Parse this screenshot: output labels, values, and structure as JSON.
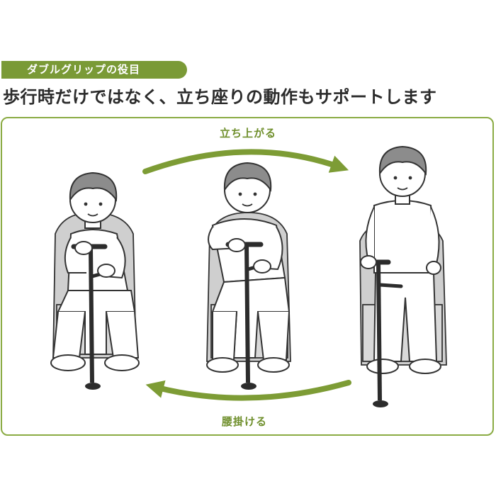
{
  "tag": {
    "label": "ダブルグリップの役目"
  },
  "headline": "歩行時だけではなく、立ち座りの動作もサポートします",
  "arrows": {
    "stand_up": "立ち上がる",
    "sit_down": "腰掛ける"
  },
  "colors": {
    "accent": "#7a9a36",
    "arrow": "#7d9c35",
    "cane": "#2c2c2c",
    "chair": "#c9c9c9",
    "hair": "#888888"
  },
  "figures": [
    {
      "pose": "sitting",
      "icon": "person-sitting-with-cane"
    },
    {
      "pose": "rising",
      "icon": "person-rising-with-cane"
    },
    {
      "pose": "standing",
      "icon": "person-standing-with-cane"
    }
  ]
}
